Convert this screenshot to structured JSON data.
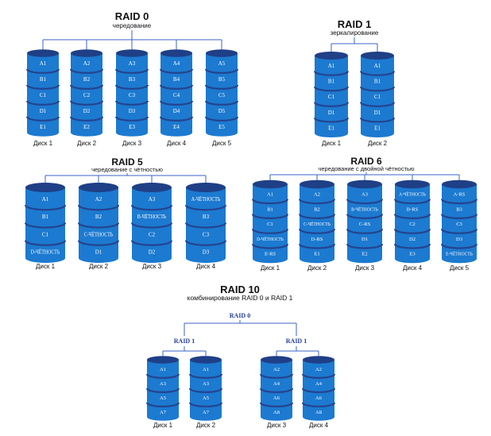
{
  "raid0": {
    "title": "RAID 0",
    "subtitle": "чередование",
    "disks": [
      {
        "label": "Диск 1",
        "blocks": [
          "A1",
          "B1",
          "C1",
          "D1",
          "E1"
        ]
      },
      {
        "label": "Диск 2",
        "blocks": [
          "A2",
          "B2",
          "C2",
          "D2",
          "E2"
        ]
      },
      {
        "label": "Диск 3",
        "blocks": [
          "A3",
          "B3",
          "C3",
          "D3",
          "E3"
        ]
      },
      {
        "label": "Диск 4",
        "blocks": [
          "A4",
          "B4",
          "C4",
          "D4",
          "E4"
        ]
      },
      {
        "label": "Диск 5",
        "blocks": [
          "A5",
          "B5",
          "C5",
          "D5",
          "E5"
        ]
      }
    ]
  },
  "raid1": {
    "title": "RAID 1",
    "subtitle": "зеркалирование",
    "disks": [
      {
        "label": "Диск 1",
        "blocks": [
          "A1",
          "B1",
          "C1",
          "D1",
          "E1"
        ]
      },
      {
        "label": "Диск 2",
        "blocks": [
          "A1",
          "B1",
          "C1",
          "D1",
          "E1"
        ]
      }
    ]
  },
  "raid5": {
    "title": "RAID 5",
    "subtitle": "чередование с чётностью",
    "disks": [
      {
        "label": "Диск 1",
        "blocks": [
          "A1",
          "B1",
          "C1",
          "D-ЧЁТНОСТЬ"
        ]
      },
      {
        "label": "Диск 2",
        "blocks": [
          "A2",
          "B2",
          "C-ЧЁТНОСТЬ",
          "D1"
        ]
      },
      {
        "label": "Диск 3",
        "blocks": [
          "A3",
          "B-ЧЁТНОСТЬ",
          "C2",
          "D2"
        ]
      },
      {
        "label": "Диск 4",
        "blocks": [
          "A-ЧЁТНОСТЬ",
          "B3",
          "C3",
          "D3"
        ]
      }
    ]
  },
  "raid6": {
    "title": "RAID 6",
    "subtitle": "чередование с двойной чётностью",
    "disks": [
      {
        "label": "Диск 1",
        "blocks": [
          "A1",
          "B1",
          "C1",
          "D-ЧЁТНОСТЬ",
          "E-RS"
        ]
      },
      {
        "label": "Диск 2",
        "blocks": [
          "A2",
          "B2",
          "C-ЧЁТНОСТЬ",
          "D-RS",
          "E1"
        ]
      },
      {
        "label": "Диск 3",
        "blocks": [
          "A3",
          "B-ЧЁТНОСТЬ",
          "C-RS",
          "D1",
          "E2"
        ]
      },
      {
        "label": "Диск 4",
        "blocks": [
          "A-ЧЁТНОСТЬ",
          "B-RS",
          "C2",
          "D2",
          "E3"
        ]
      },
      {
        "label": "Диск 5",
        "blocks": [
          "A-RS",
          "B3",
          "C3",
          "D3",
          "E-ЧЁТНОСТЬ"
        ]
      }
    ]
  },
  "raid10": {
    "title": "RAID 10",
    "subtitle": "комбинирование RAID 0 и RAID 1",
    "top_label": "RAID 0",
    "groups": [
      {
        "label": "RAID 1",
        "disks": [
          {
            "label": "Диск 1",
            "blocks": [
              "A1",
              "A3",
              "A5",
              "A7"
            ]
          },
          {
            "label": "Диск 2",
            "blocks": [
              "A1",
              "A3",
              "A5",
              "A7"
            ]
          }
        ]
      },
      {
        "label": "RAID 1",
        "disks": [
          {
            "label": "Диск 3",
            "blocks": [
              "A2",
              "A4",
              "A6",
              "A8"
            ]
          },
          {
            "label": "Диск 4",
            "blocks": [
              "A2",
              "A4",
              "A6",
              "A8"
            ]
          }
        ]
      }
    ]
  },
  "colors": {
    "cylinder_side": "#1c7ad0",
    "cylinder_top": "#1f3f86",
    "separator": "#24448f",
    "connector": "#3b63c7",
    "raid10_label": "#243f9e",
    "text": "#111111",
    "block_text": "#ffffff"
  }
}
